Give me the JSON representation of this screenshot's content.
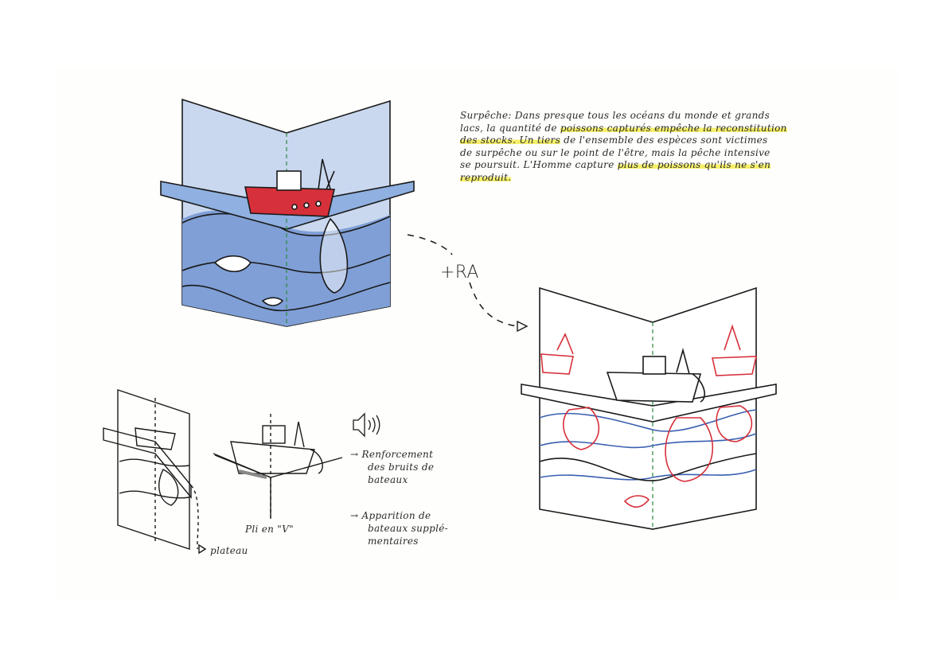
{
  "paragraph": {
    "lines": [
      [
        {
          "t": "Surpêche: Dans presque tous les océans du monde et grands",
          "h": false
        }
      ],
      [
        {
          "t": "lacs, la quantité de ",
          "h": false
        },
        {
          "t": "poissons capturés empêche la reconstitution",
          "h": true
        }
      ],
      [
        {
          "t": "des stocks. Un tiers",
          "h": true
        },
        {
          "t": " de l'ensemble des espèces sont victimes",
          "h": false
        }
      ],
      [
        {
          "t": "de surpêche ou sur le point de l'être, mais la pêche intensive",
          "h": false
        }
      ],
      [
        {
          "t": "se poursuit. L'Homme capture ",
          "h": false
        },
        {
          "t": "plus de poissons qu'ils ne s'en",
          "h": true
        }
      ],
      [
        {
          "t": "reproduit.",
          "h": true
        }
      ]
    ]
  },
  "ra_label": "+RA",
  "notes": {
    "sound_icon": "speaker-icon",
    "item1_line1": "Renforcement",
    "item1_line2": "des bruits de",
    "item1_line3": "bateaux",
    "item2_line1": "Apparition de",
    "item2_line2": "bateaux supplé-",
    "item2_line3": "mentaires",
    "arrow": "→"
  },
  "fold_label": "Pli en \"V\"",
  "plateau_label": "plateau",
  "colors": {
    "blue": "#6f93cf",
    "lightblue": "#c9d8ef",
    "red": "#d6303a",
    "ink": "#1a1a1a",
    "highlight": "#f5ef6a"
  }
}
